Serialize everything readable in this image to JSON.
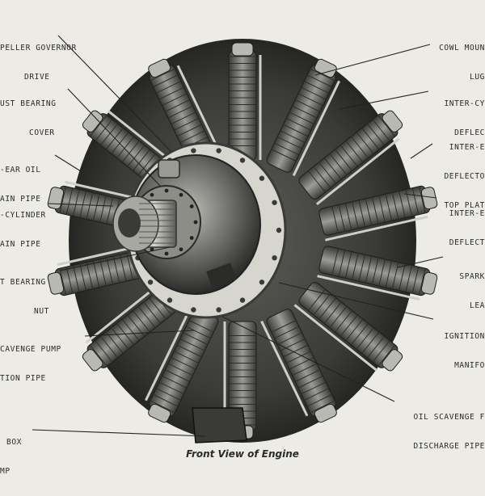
{
  "figure": {
    "caption": "Front View of Engine",
    "callouts": {
      "propeller_governor_drive": [
        "PELLER GOVERNOR",
        "DRIVE"
      ],
      "thrust_bearing_cover": [
        "UST BEARING",
        "COVER"
      ],
      "rear_oil_drain_pipe": [
        "-EAR OIL",
        "AIN PIPE"
      ],
      "inter_cylinder_drain_pipe": [
        "-CYLINDER",
        "AIN PIPE"
      ],
      "thrust_bearing_nut": [
        "T BEARING",
        "NUT"
      ],
      "scavenge_pump_suction_pipe": [
        "CAVENGE PUMP",
        "TION PIPE"
      ],
      "box_pump": [
        "BOX",
        "MP"
      ],
      "cowl_mounting_lug": [
        "COWL MOUN",
        "LUG"
      ],
      "inter_cylinder_deflector": [
        "INTER-CY",
        "DEFLEC"
      ],
      "inter_deflector_top_plate": [
        "INTER-E",
        "DEFLECTO",
        "TOP PLAT"
      ],
      "inter_deflector": [
        "INTER-E",
        "DEFLECT"
      ],
      "spark_lead": [
        "SPARK",
        "LEA"
      ],
      "ignition_manifold": [
        "IGNITION",
        "MANIFO"
      ],
      "oil_scavenge_discharge_pipe": [
        "OIL SCAVENGE F",
        "DISCHARGE PIPE"
      ]
    }
  }
}
